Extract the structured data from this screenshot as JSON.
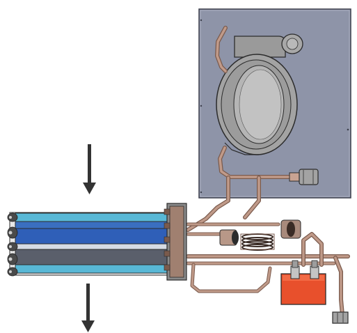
{
  "figure": {
    "components": [
      {
        "id": "housing-panel",
        "kind": "mounting plate"
      },
      {
        "id": "compressor",
        "kind": "rotary compressor"
      },
      {
        "id": "evaporator-coil",
        "kind": "finned tube coil"
      },
      {
        "id": "control-valve",
        "kind": "valve body"
      },
      {
        "id": "connection-fitting",
        "kind": "hex fitting"
      },
      {
        "id": "expansion-coil",
        "kind": "capillary coil"
      },
      {
        "id": "sight-glass",
        "kind": "cylinder"
      }
    ],
    "arrows": [
      {
        "id": "airflow-in",
        "direction": "down"
      },
      {
        "id": "airflow-out",
        "direction": "down"
      }
    ]
  },
  "colors": {
    "panel": "#8e94a8",
    "panel_edge": "#3c3f4c",
    "compressor": "#a3a3a3",
    "copper": "#b08d7d",
    "copper_dark": "#7a5a4c",
    "coil_light_blue": "#58b8d6",
    "coil_dark_blue": "#2f5fb8",
    "coil_gray": "#5a5f6b",
    "valve_red": "#e8502c",
    "arrow": "#333333"
  }
}
